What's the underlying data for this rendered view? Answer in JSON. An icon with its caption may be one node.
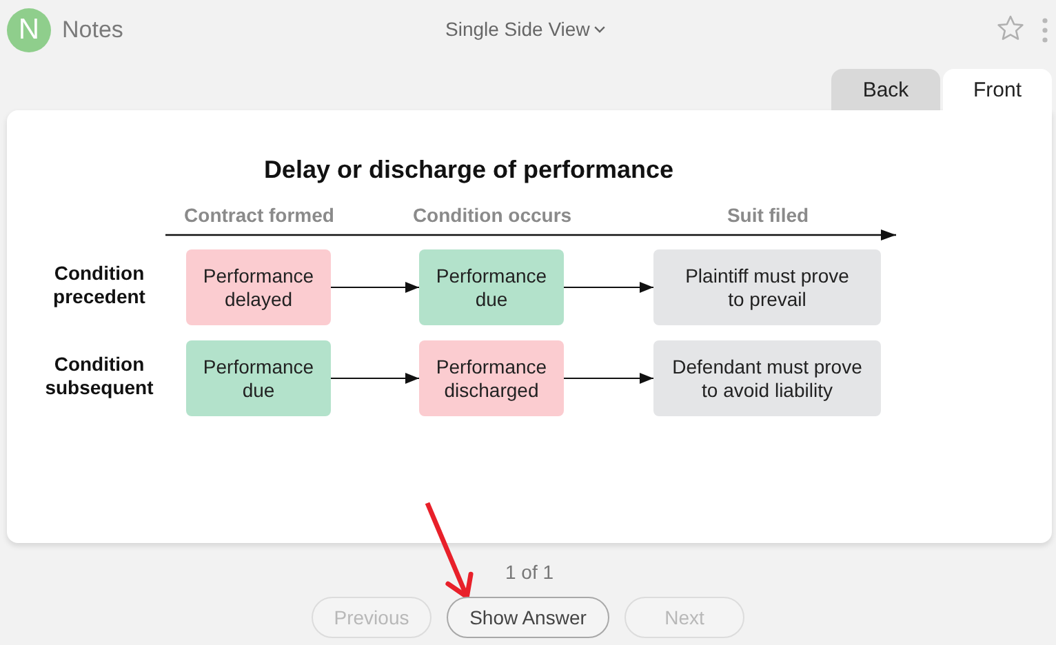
{
  "diagram": {
    "title": "Delay or discharge of performance",
    "nodes": [
      {
        "text": [
          "N"
        ]
      },
      {
        "text": [
          "Back"
        ]
      },
      {
        "text": [
          "Front"
        ]
      },
      {
        "text": [
          "Performance delayed"
        ]
      },
      {
        "text": [
          "Performance due"
        ]
      },
      {
        "text": [
          "Plaintiff must prove to prevail"
        ]
      },
      {
        "text": [
          "Performance due"
        ]
      },
      {
        "text": [
          "Performance discharged"
        ]
      },
      {
        "text": [
          "Defendant must prove to avoid liability"
        ]
      },
      {
        "text": [
          "Previous"
        ]
      },
      {
        "text": [
          "Show Answer"
        ]
      },
      {
        "text": [
          "Next"
        ]
      }
    ],
    "edges": [
      {
        "from": 3,
        "to": 4,
        "arrow": "to"
      },
      {
        "from": 4,
        "to": 5,
        "arrow": "to"
      },
      {
        "from": 6,
        "to": 7,
        "arrow": "to"
      },
      {
        "from": 7,
        "to": 8,
        "arrow": "to"
      },
      {
        "from": null,
        "to": 10,
        "arrow": "to",
        "style": "thick",
        "color": "#e8202a"
      }
    ],
    "labels": [
      "Notes",
      "Single Side View",
      "Contract formed",
      "Condition occurs",
      "Suit filed",
      "Condition precedent",
      "Condition subsequent",
      "1 of 1"
    ]
  }
}
